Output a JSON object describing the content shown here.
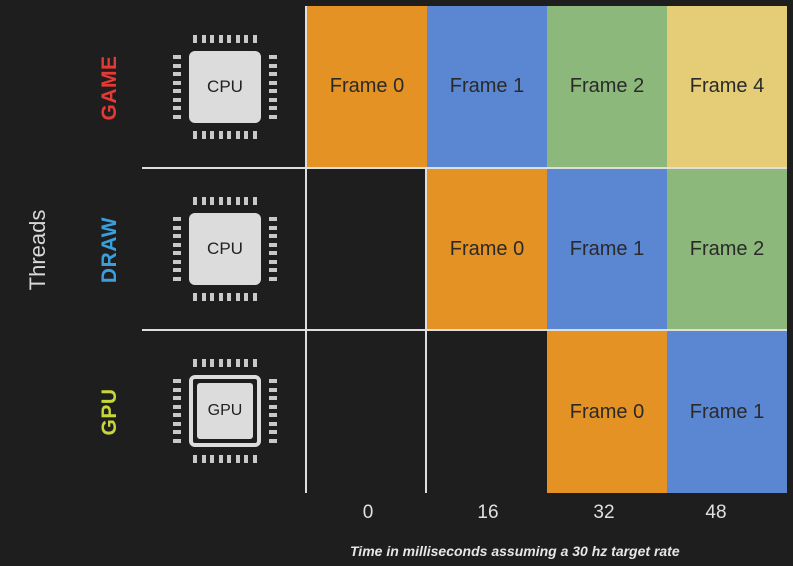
{
  "colors": {
    "orange": "#e39223",
    "blue": "#5a86d2",
    "green": "#8db87c",
    "yellow": "#e5cd78",
    "game": "#e53935",
    "draw": "#3aa0db",
    "gpu": "#c7d63a"
  },
  "y_axis_label": "Threads",
  "rows": [
    {
      "label": "GAME",
      "chip": "CPU",
      "chip_type": "cpu"
    },
    {
      "label": "DRAW",
      "chip": "CPU",
      "chip_type": "cpu"
    },
    {
      "label": "GPU",
      "chip": "GPU",
      "chip_type": "gpu"
    }
  ],
  "cells": [
    [
      {
        "text": "Frame 0",
        "color": "orange"
      },
      {
        "text": "Frame 1",
        "color": "blue"
      },
      {
        "text": "Frame 2",
        "color": "green"
      },
      {
        "text": "Frame 4",
        "color": "yellow"
      }
    ],
    [
      null,
      {
        "text": "Frame 0",
        "color": "orange"
      },
      {
        "text": "Frame 1",
        "color": "blue"
      },
      {
        "text": "Frame 2",
        "color": "green"
      }
    ],
    [
      null,
      null,
      {
        "text": "Frame 0",
        "color": "orange"
      },
      {
        "text": "Frame 1",
        "color": "blue"
      }
    ]
  ],
  "ticks": [
    "0",
    "16",
    "32",
    "48"
  ],
  "caption": "Time in milliseconds assuming a 30 hz target rate"
}
